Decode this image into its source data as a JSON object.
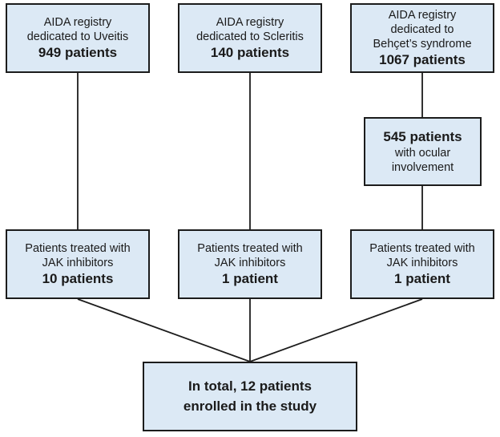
{
  "registries": [
    {
      "line1": "AIDA registry",
      "line2": "dedicated to Uveitis",
      "count": "949 patients"
    },
    {
      "line1": "AIDA registry",
      "line2": "dedicated to Scleritis",
      "count": "140 patients"
    },
    {
      "line1": "AIDA registry",
      "line2": "dedicated to",
      "line3": "Behçet’s syndrome",
      "count": "1067 patients"
    }
  ],
  "ocular": {
    "count": "545 patients",
    "line1": "with ocular",
    "line2": "involvement"
  },
  "jak": [
    {
      "line1": "Patients treated with",
      "line2": "JAK inhibitors",
      "count": "10 patients"
    },
    {
      "line1": "Patients treated with",
      "line2": "JAK inhibitors",
      "count": "1 patient"
    },
    {
      "line1": "Patients treated with",
      "line2": "JAK inhibitors",
      "count": "1 patient"
    }
  ],
  "total": {
    "line1": "In total, 12 patients",
    "line2": "enrolled in the study"
  },
  "colors": {
    "box_fill": "#dce9f5",
    "box_border": "#1c1c1c",
    "connector": "#1c1c1c"
  }
}
